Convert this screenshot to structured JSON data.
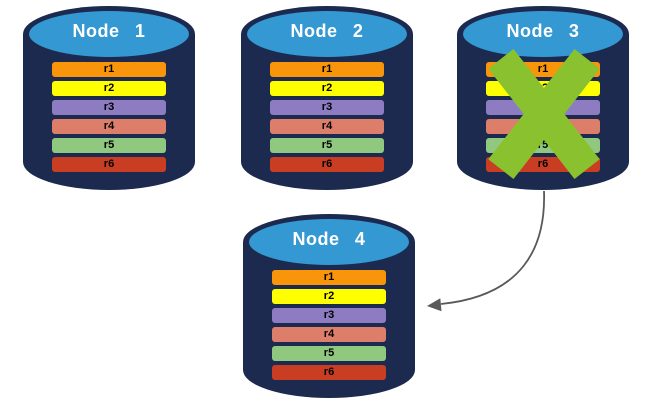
{
  "diagram": {
    "type": "database-replication-diagram",
    "colors": {
      "cylinder_body": "#1B2A4E",
      "cylinder_top": "#3498D3",
      "label_text": "#FFFFFF",
      "row_text": "#000000",
      "x_mark": "#89C12F",
      "arrow": "#595959"
    },
    "nodes": [
      {
        "id": "node-1",
        "label": "Node 1",
        "failed": false,
        "rows": [
          {
            "label": "r1",
            "color": "#F8950B"
          },
          {
            "label": "r2",
            "color": "#FFFF00"
          },
          {
            "label": "r3",
            "color": "#8E7CC3"
          },
          {
            "label": "r4",
            "color": "#DD7E6B"
          },
          {
            "label": "r5",
            "color": "#8FC87E"
          },
          {
            "label": "r6",
            "color": "#C93D22"
          }
        ]
      },
      {
        "id": "node-2",
        "label": "Node 2",
        "failed": false,
        "rows": [
          {
            "label": "r1",
            "color": "#F8950B"
          },
          {
            "label": "r2",
            "color": "#FFFF00"
          },
          {
            "label": "r3",
            "color": "#8E7CC3"
          },
          {
            "label": "r4",
            "color": "#DD7E6B"
          },
          {
            "label": "r5",
            "color": "#8FC87E"
          },
          {
            "label": "r6",
            "color": "#C93D22"
          }
        ]
      },
      {
        "id": "node-3",
        "label": "Node 3",
        "failed": true,
        "rows": [
          {
            "label": "r1",
            "color": "#F8950B"
          },
          {
            "label": "r2",
            "color": "#FFFF00"
          },
          {
            "label": "r3",
            "color": "#8E7CC3"
          },
          {
            "label": "r4",
            "color": "#DD7E6B"
          },
          {
            "label": "r5",
            "color": "#8FC87E"
          },
          {
            "label": "r6",
            "color": "#C93D22"
          }
        ]
      },
      {
        "id": "node-4",
        "label": "Node 4",
        "failed": false,
        "rows": [
          {
            "label": "r1",
            "color": "#F8950B"
          },
          {
            "label": "r2",
            "color": "#FFFF00"
          },
          {
            "label": "r3",
            "color": "#8E7CC3"
          },
          {
            "label": "r4",
            "color": "#DD7E6B"
          },
          {
            "label": "r5",
            "color": "#8FC87E"
          },
          {
            "label": "r6",
            "color": "#C93D22"
          }
        ]
      }
    ],
    "arrow": {
      "from": "node-3",
      "to": "node-4"
    }
  }
}
